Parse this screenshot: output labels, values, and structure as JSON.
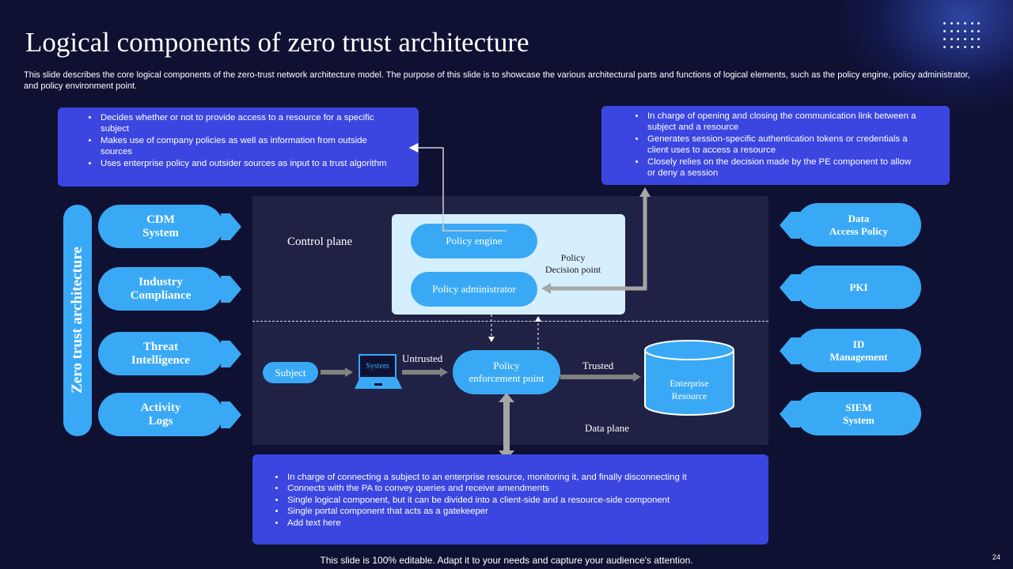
{
  "slide": {
    "title": "Logical components of zero trust architecture",
    "description": "This slide describes the core logical components of the zero-trust network architecture model. The purpose of this slide is to showcase the various architectural parts and functions of logical elements, such as the policy engine, policy administrator, and policy environment point.",
    "footer": "This slide is 100% editable. Adapt it to your needs and capture your audience's attention.",
    "page_number": "24"
  },
  "policy_engine_box": {
    "items": [
      "Decides whether or not to provide access to a resource for a specific subject",
      "Makes use of company policies as well as information from outside sources",
      "Uses enterprise policy and outsider sources as input to a trust algorithm"
    ]
  },
  "policy_admin_box": {
    "items": [
      "In charge of opening and closing the communication link between a subject and a resource",
      "Generates session-specific authentication tokens or credentials a client uses to access a resource",
      "Closely relies on the decision made by the PE component to allow or deny a session"
    ]
  },
  "pep_box": {
    "items": [
      "In charge of connecting a subject to an enterprise resource, monitoring it, and finally disconnecting it",
      "Connects with the PA to convey  queries and receive amendments",
      "Single logical component, but it can be divided into a client-side and a resource-side component",
      "Single portal component that acts as a gatekeeper",
      "Add text here"
    ]
  },
  "diagram": {
    "vertical_label": "Zero trust architecture",
    "control_plane_label": "Control plane",
    "data_plane_label": "Data plane",
    "policy_engine": "Policy engine",
    "policy_administrator": "Policy administrator",
    "decision_point": "Policy\nDecision point",
    "subject": "Subject",
    "system": "System",
    "untrusted": "Untrusted",
    "pep": "Policy\nenforcement  point",
    "trusted": "Trusted",
    "enterprise_resource": "Enterprise\nResource",
    "left_items": [
      "CDM\nSystem",
      "Industry\nCompliance",
      "Threat\nIntelligence",
      "Activity\nLogs"
    ],
    "right_items": [
      "Data\nAccess Policy",
      "PKI",
      "ID\nManagement",
      "SIEM\nSystem"
    ]
  },
  "colors": {
    "background": "#0f1133",
    "info_box": "#3b46e0",
    "pill": "#3aa9f5",
    "panel": "#1f2245",
    "decision_box": "#d6efff",
    "arrow": "#a6a6a6"
  }
}
